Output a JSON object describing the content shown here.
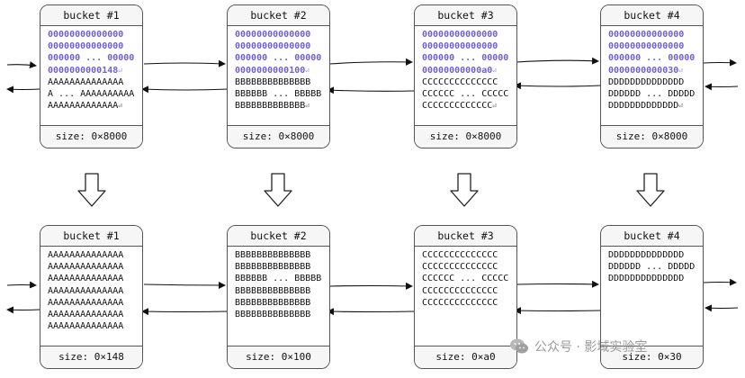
{
  "top_row": [
    {
      "title": "bucket #1",
      "size": "size: 0×8000",
      "lines": [
        {
          "text": "00000000000000",
          "style": "p"
        },
        {
          "text": "00000000000000",
          "style": "p"
        },
        {
          "text": "000000 ... 00000",
          "style": "p"
        },
        {
          "text": "0000000000148",
          "style": "p",
          "ret": true
        },
        {
          "text": "AAAAAAAAAAAAAA",
          "style": "t"
        },
        {
          "text": "A ... AAAAAAAAAA",
          "style": "t"
        },
        {
          "text": "AAAAAAAAAAAAA",
          "style": "t",
          "ret": true
        }
      ]
    },
    {
      "title": "bucket #2",
      "size": "size: 0×8000",
      "lines": [
        {
          "text": "00000000000000",
          "style": "p"
        },
        {
          "text": "00000000000000",
          "style": "p"
        },
        {
          "text": "000000 ... 00000",
          "style": "p"
        },
        {
          "text": "0000000000100",
          "style": "p",
          "ret": true
        },
        {
          "text": "BBBBBBBBBBBBBB",
          "style": "t"
        },
        {
          "text": "BBBBBB ... BBBBB",
          "style": "t"
        },
        {
          "text": "BBBBBBBBBBBBB",
          "style": "t",
          "ret": true
        }
      ]
    },
    {
      "title": "bucket #3",
      "size": "size: 0×8000",
      "lines": [
        {
          "text": "00000000000000",
          "style": "p"
        },
        {
          "text": "00000000000000",
          "style": "p"
        },
        {
          "text": "000000 ... 00000",
          "style": "p"
        },
        {
          "text": "00000000000a0",
          "style": "p",
          "ret": true
        },
        {
          "text": "CCCCCCCCCCCCCC",
          "style": "t"
        },
        {
          "text": "CCCCCC ... CCCCC",
          "style": "t"
        },
        {
          "text": "CCCCCCCCCCCCC",
          "style": "t",
          "ret": true
        }
      ]
    },
    {
      "title": "bucket #4",
      "size": "size: 0×8000",
      "lines": [
        {
          "text": "00000000000000",
          "style": "p"
        },
        {
          "text": "00000000000000",
          "style": "p"
        },
        {
          "text": "000000 ... 00000",
          "style": "p"
        },
        {
          "text": "0000000000030",
          "style": "p",
          "ret": true
        },
        {
          "text": "DDDDDDDDDDDDDD",
          "style": "t"
        },
        {
          "text": "DDDDDD ... DDDDD",
          "style": "t"
        },
        {
          "text": "DDDDDDDDDDDDD",
          "style": "t",
          "ret": true
        }
      ]
    }
  ],
  "bottom_row": [
    {
      "title": "bucket #1",
      "size": "size: 0×148",
      "lines": [
        {
          "text": "AAAAAAAAAAAAAA",
          "style": "t"
        },
        {
          "text": "AAAAAAAAAAAAAA",
          "style": "t"
        },
        {
          "text": "AAAAAAAAAAAAAA",
          "style": "t"
        },
        {
          "text": "AAAAAAAAAAAAAA",
          "style": "t"
        },
        {
          "text": "AAAAAAAAAAAAAA",
          "style": "t"
        },
        {
          "text": "AAAAAAAAAAAAAA",
          "style": "t"
        },
        {
          "text": "AAAAAAAAAAAAAA",
          "style": "t"
        }
      ]
    },
    {
      "title": "bucket #2",
      "size": "size: 0×100",
      "lines": [
        {
          "text": "BBBBBBBBBBBBBB",
          "style": "t"
        },
        {
          "text": "BBBBBBBBBBBBBB",
          "style": "t"
        },
        {
          "text": "BBBBBB ... BBBBB",
          "style": "t"
        },
        {
          "text": "BBBBBBBBBBBBBB",
          "style": "t"
        },
        {
          "text": "BBBBBBBBBBBBBB",
          "style": "t"
        },
        {
          "text": "BBBBBBBBBBBBBB",
          "style": "t"
        }
      ]
    },
    {
      "title": "bucket #3",
      "size": "size: 0×a0",
      "lines": [
        {
          "text": "CCCCCCCCCCCCCC",
          "style": "t"
        },
        {
          "text": "CCCCCCCCCCCCCC",
          "style": "t"
        },
        {
          "text": "CCCCCC ... CCCCC",
          "style": "t"
        },
        {
          "text": "CCCCCCCCCCCCCC",
          "style": "t"
        },
        {
          "text": "CCCCCCCCCCCCCC",
          "style": "t"
        }
      ]
    },
    {
      "title": "bucket #4",
      "size": "size: 0×30",
      "lines": [
        {
          "text": "DDDDDDDDDDDDDD",
          "style": "t"
        },
        {
          "text": "DDDDDD ... DDDDD",
          "style": "t"
        },
        {
          "text": "DDDDDDDDDDDDDD",
          "style": "t"
        }
      ]
    }
  ],
  "watermark": {
    "text": "公众号 · 影域实验室",
    "icon": "wechat-icon"
  }
}
